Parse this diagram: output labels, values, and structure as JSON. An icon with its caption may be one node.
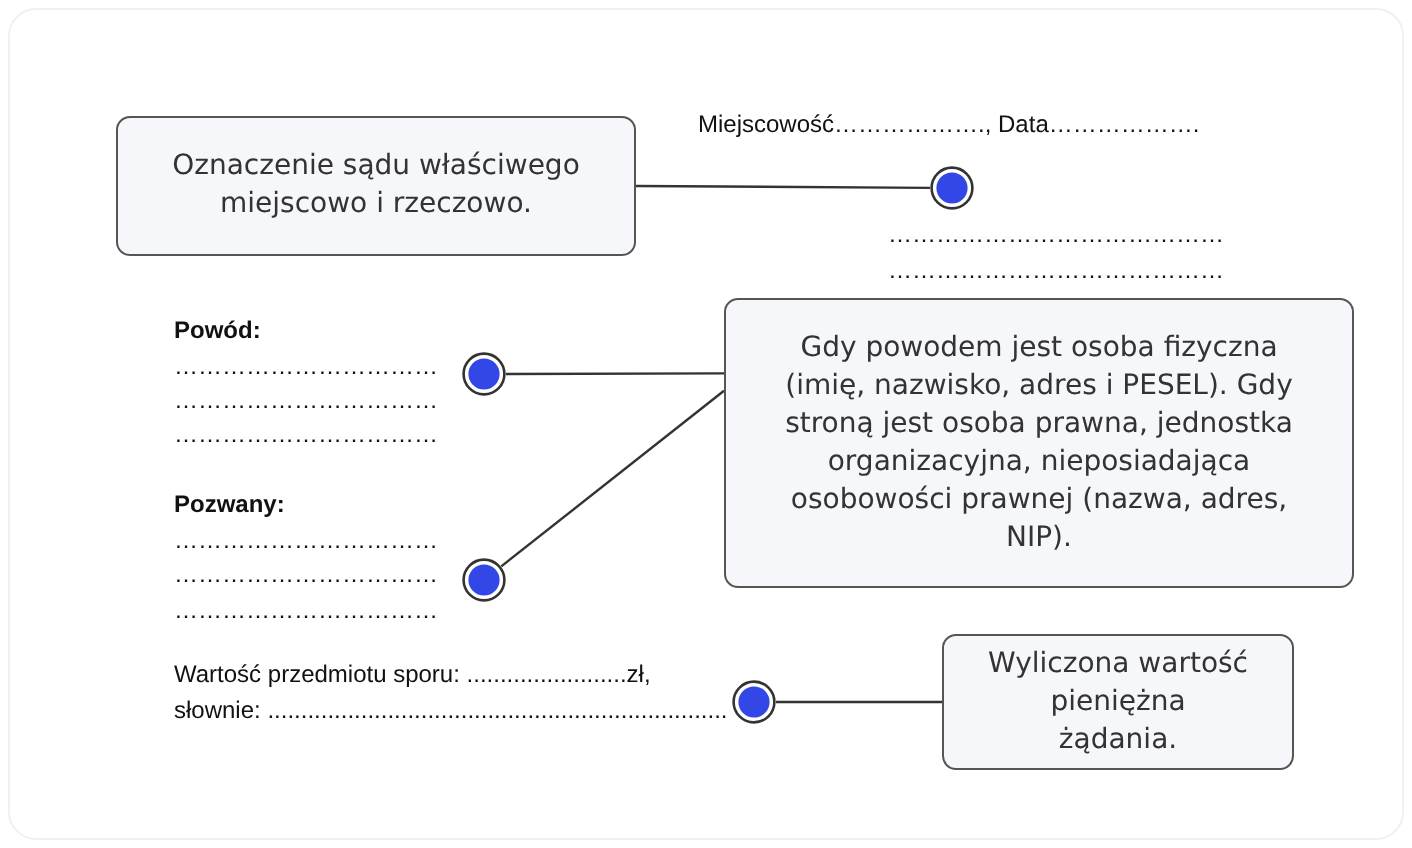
{
  "diagram": {
    "nodes": [
      {
        "text": [
          "Oznaczenie sądu właściwego miejscowo i rzeczowo."
        ]
      },
      {
        "text": [],
        "shape": "circle"
      },
      {
        "text": [],
        "shape": "circle"
      },
      {
        "text": [
          "Gdy powodem jest osoba fizyczna (imię, nazwisko, adres i PESEL). Gdy stroną jest osoba prawna, jednostka organizacyjna, nieposiadająca osobowości prawnej (nazwa, adres, NIP)."
        ]
      },
      {
        "text": [],
        "shape": "circle"
      },
      {
        "text": [],
        "shape": "circle"
      },
      {
        "text": [
          "Wyliczona wartość pieniężna żądania."
        ]
      }
    ],
    "edges": [
      {
        "from": 0,
        "to": 1,
        "arrow": "none"
      },
      {
        "from": 3,
        "to": 2,
        "arrow": "none"
      },
      {
        "from": 3,
        "to": 4,
        "arrow": "none"
      },
      {
        "from": 6,
        "to": 5,
        "arrow": "none"
      }
    ],
    "labels": [
      "Miejscowość………………., Data……………….",
      "……………………………………",
      "……………………………………",
      "Powód:",
      "……………………………",
      "……………………………",
      "……………………………",
      "Pozwany:",
      "……………………………",
      "……………………………",
      "……………………………",
      "Wartość przedmiotu sporu: ........................zł,",
      "słownie: ....................................................................."
    ]
  }
}
